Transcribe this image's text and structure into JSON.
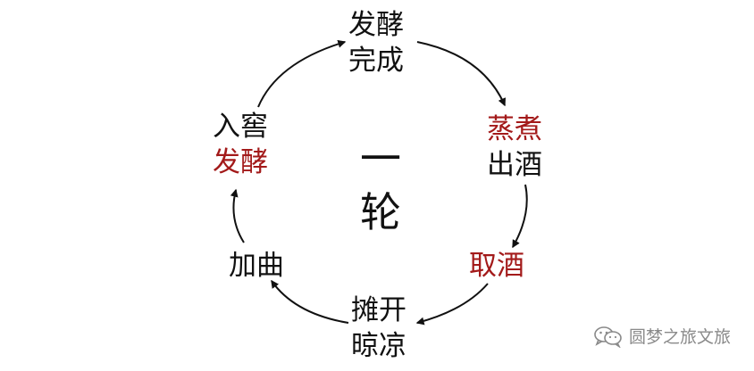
{
  "colors": {
    "text": "#111111",
    "highlight": "#a31a1a",
    "arrow": "#111111",
    "watermark": "#8a8a8a"
  },
  "center_label": [
    "一",
    "轮"
  ],
  "steps": {
    "top": {
      "line1": "发酵",
      "line2": "完成"
    },
    "right_upper": {
      "line1": "蒸煮",
      "line2": "出酒",
      "highlight_line": "line1"
    },
    "right_lower": {
      "line1": "取酒",
      "highlight_line": "line1"
    },
    "bottom": {
      "line1": "摊开",
      "line2": "晾凉"
    },
    "left_lower": {
      "line1": "加曲"
    },
    "left_upper": {
      "line1": "入窖",
      "line2": "发酵",
      "highlight_line": "line2"
    }
  },
  "cycle_direction": "clockwise",
  "watermark": {
    "icon": "wechat-icon",
    "text": "圆梦之旅文旅"
  }
}
